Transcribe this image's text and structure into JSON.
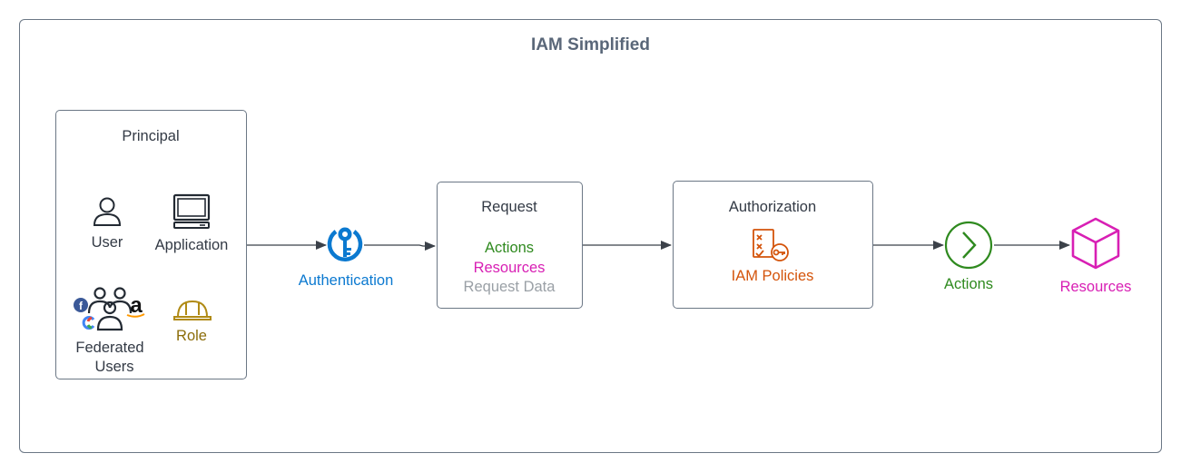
{
  "diagram": {
    "title": "IAM Simplified",
    "principal": {
      "label": "Principal",
      "user": "User",
      "application": "Application",
      "federated_users_line1": "Federated",
      "federated_users_line2": "Users",
      "role": "Role"
    },
    "authentication": {
      "label": "Authentication"
    },
    "request": {
      "label": "Request",
      "actions": "Actions",
      "resources": "Resources",
      "request_data": "Request Data"
    },
    "authorization": {
      "label": "Authorization",
      "policies": "IAM Policies"
    },
    "actions": {
      "label": "Actions"
    },
    "resources": {
      "label": "Resources"
    }
  },
  "colors": {
    "frame": "#6b7785",
    "title": "#5a6779",
    "text": "#333a45",
    "authentication": "#0b79d0",
    "actions": "#2f8a1f",
    "resources": "#d81fb4",
    "request_data": "#9aa0a6",
    "policies": "#d4540b",
    "role": "#8c6d0a"
  },
  "icons": {
    "user": "user-icon",
    "application": "monitor-icon",
    "federated": "federated-users-icon",
    "role": "hard-hat-icon",
    "authentication": "key-icon",
    "policies": "policy-document-icon",
    "actions": "chevron-circle-icon",
    "resources": "cube-icon"
  }
}
